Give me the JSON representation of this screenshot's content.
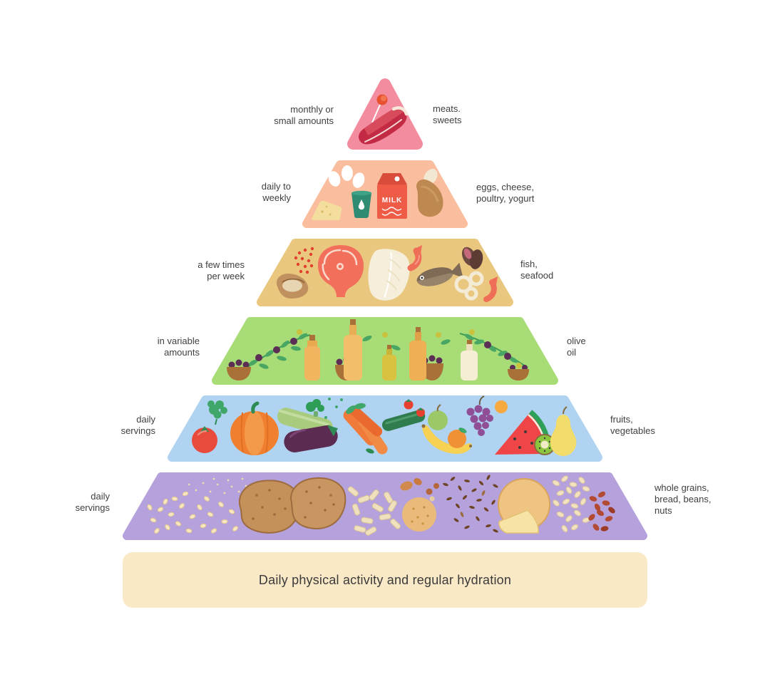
{
  "pyramid": {
    "levels": [
      {
        "name": "meats-sweets",
        "frequency": "monthly or\nsmall amounts",
        "foods": "meats.\nsweets",
        "color": "#F48CA0",
        "icons": [
          "lollipop-icon",
          "steak-icon"
        ]
      },
      {
        "name": "eggs-cheese-poultry-yogurt",
        "frequency": "daily to\nweekly",
        "foods": "eggs, cheese,\npoultry, yogurt",
        "color": "#FABD9D",
        "milk_label": "MILK",
        "icons": [
          "eggs-icon",
          "cheese-icon",
          "yogurt-icon",
          "milk-carton-icon",
          "drumstick-icon"
        ]
      },
      {
        "name": "fish-seafood",
        "frequency": "a few times\nper week",
        "foods": "fish,\nseafood",
        "color": "#EAC77F",
        "icons": [
          "caviar-icon",
          "oyster-icon",
          "salmon-steak-icon",
          "fish-fillet-icon",
          "shrimp-icon",
          "fish-icon",
          "squid-rings-icon",
          "mussel-icon"
        ]
      },
      {
        "name": "olive-oil",
        "frequency": "in variable\namounts",
        "foods": "olive\noil",
        "color": "#A7DC76",
        "icons": [
          "olive-branch-icon",
          "olive-bowl-icon",
          "oil-bottle-icon"
        ]
      },
      {
        "name": "fruits-vegetables",
        "frequency": "daily\nservings",
        "foods": "fruits,\nvegetables",
        "color": "#AFD3F0",
        "icons": [
          "greens-icon",
          "tomato-icon",
          "pumpkin-icon",
          "zucchini-icon",
          "eggplant-icon",
          "broccoli-icon",
          "carrots-icon",
          "cucumber-icon",
          "strawberry-icon",
          "apple-icon",
          "banana-icon",
          "orange-icon",
          "grapes-icon",
          "apricot-icon",
          "watermelon-icon",
          "kiwi-icon",
          "pear-icon"
        ]
      },
      {
        "name": "grains-bread-beans-nuts",
        "frequency": "daily\nservings",
        "foods": "whole grains,\nbread, beans,\nnuts",
        "color": "#B5A2DC",
        "icons": [
          "oats-icon",
          "bread-icon",
          "pasta-icon",
          "dates-icon",
          "cracker-icon",
          "seeds-icon",
          "bread-wheel-icon",
          "nuts-icon",
          "beans-icon"
        ]
      }
    ]
  },
  "footer": {
    "label": "Daily physical activity and regular hydration",
    "background": "#FAE9C6"
  },
  "text_color": "#404040"
}
